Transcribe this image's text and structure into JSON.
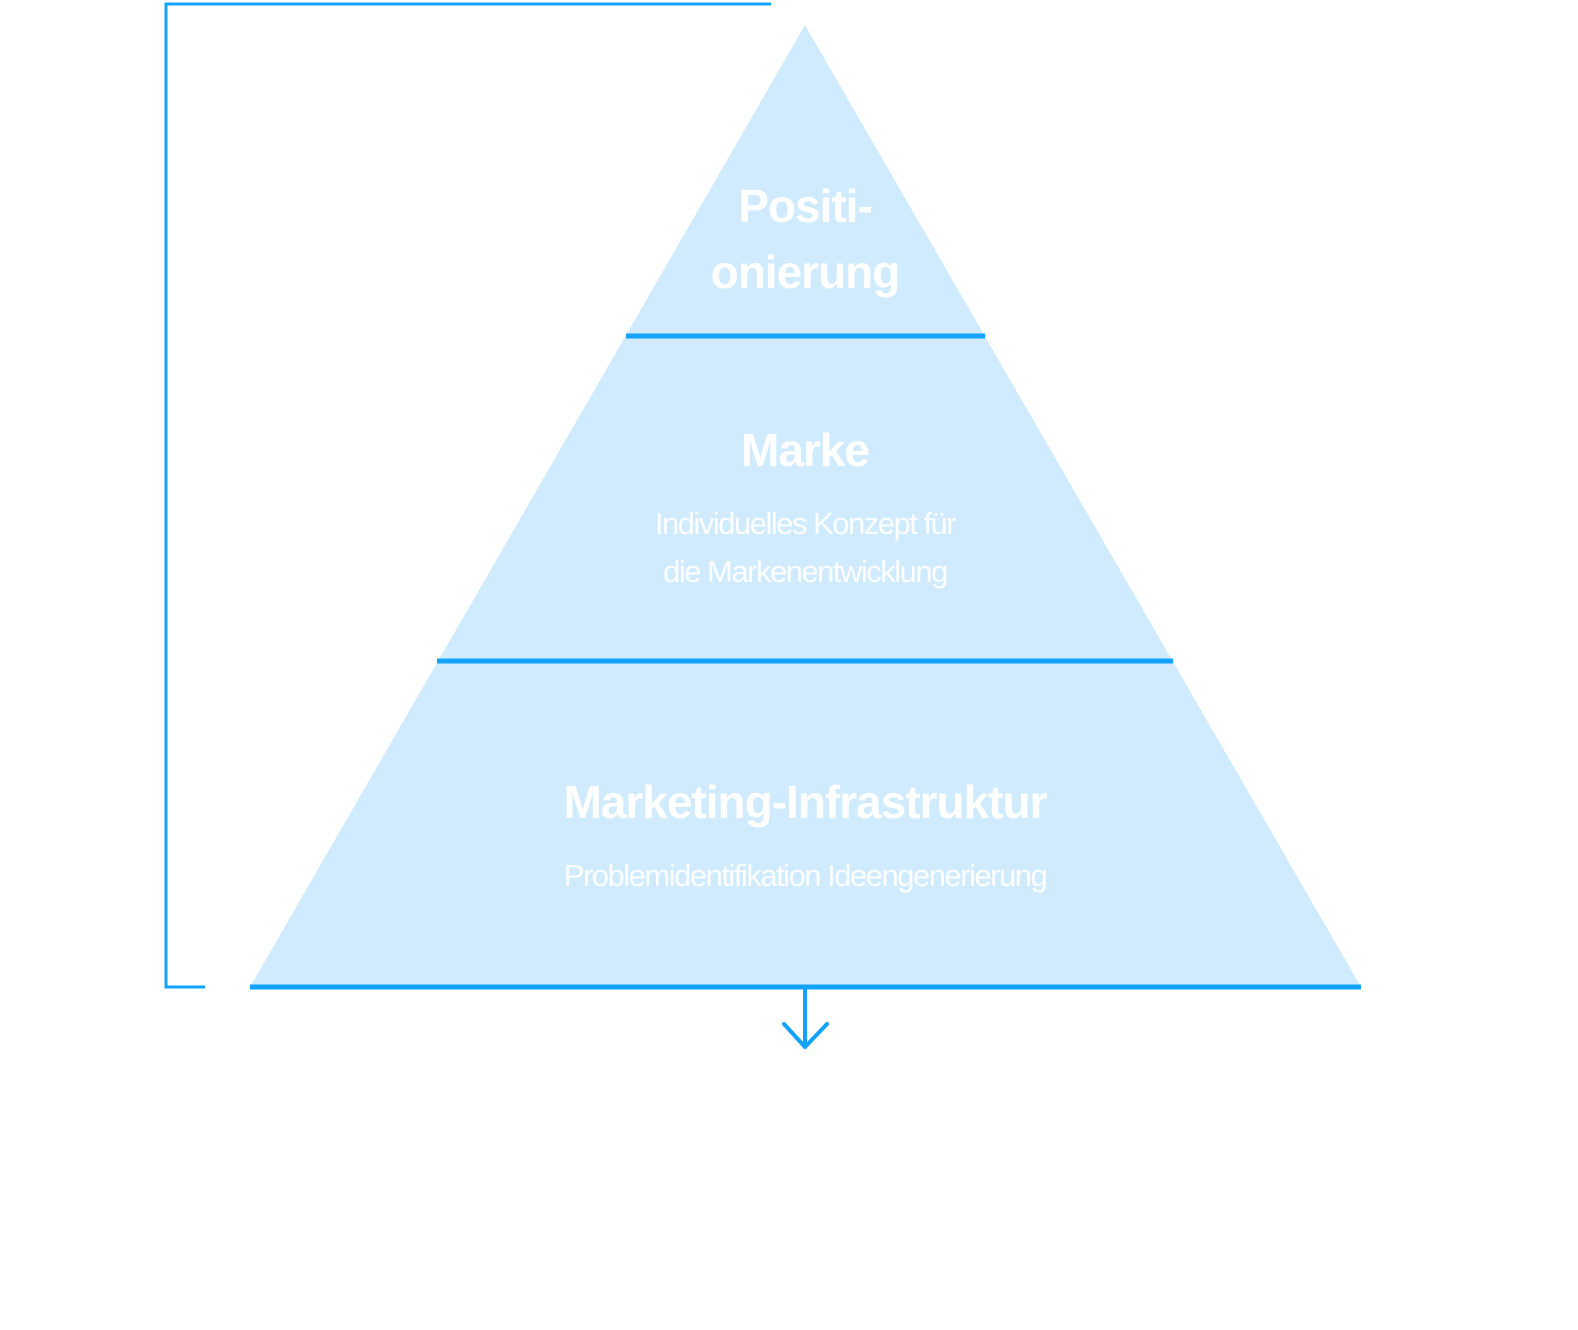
{
  "colors": {
    "fill": "#cfebfd",
    "line": "#12a4fc",
    "text": "#ffffff"
  },
  "levels": [
    {
      "title_lines": [
        "Positi-",
        "onierung"
      ]
    },
    {
      "title": "Marke",
      "subtitle_lines": [
        "Individuelles Konzept für",
        "die Markenentwicklung"
      ]
    },
    {
      "title": "Marketing-Infrastruktur",
      "subtitle": "Problemidentifikation Ideengenerierung"
    }
  ]
}
